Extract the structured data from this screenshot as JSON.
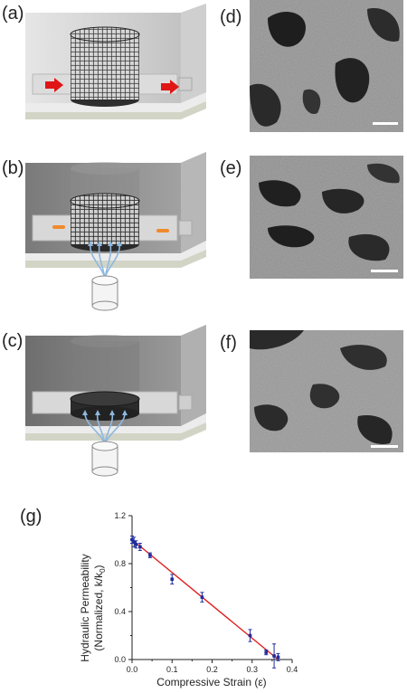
{
  "panels": {
    "a": "(a)",
    "b": "(b)",
    "c": "(c)",
    "d": "(d)",
    "e": "(e)",
    "f": "(f)",
    "g": "(g)"
  },
  "colors": {
    "flow_arrow": "#e01515",
    "heater": "#f08a2c",
    "airflow": "#8fb8df",
    "fit_line": "#e02020",
    "data_marker": "#1f2c9c"
  },
  "chart_data": {
    "type": "scatter",
    "title": "",
    "xlabel": "Compressive Strain (ε)",
    "ylabel_line1": "Hydraulic Permeability",
    "ylabel_line2": "(Normalized, k/k",
    "ylabel_sub": "0",
    "ylabel_close": ")",
    "xlim": [
      0.0,
      0.4
    ],
    "ylim": [
      0.0,
      1.2
    ],
    "xticks": [
      "0.0",
      "0.1",
      "0.2",
      "0.3",
      "0.4"
    ],
    "xtick_values": [
      0.0,
      0.1,
      0.2,
      0.3,
      0.4
    ],
    "yticks": [
      "0.0",
      "0.4",
      "0.8",
      "1.2"
    ],
    "ytick_values": [
      0.0,
      0.4,
      0.8,
      1.2
    ],
    "series": [
      {
        "points": [
          {
            "x": 0.0,
            "y": 1.0,
            "err": 0.03
          },
          {
            "x": 0.005,
            "y": 0.98,
            "err": 0.04
          },
          {
            "x": 0.01,
            "y": 0.96,
            "err": 0.03
          },
          {
            "x": 0.02,
            "y": 0.94,
            "err": 0.03
          },
          {
            "x": 0.045,
            "y": 0.87,
            "err": 0.02
          },
          {
            "x": 0.1,
            "y": 0.67,
            "err": 0.04
          },
          {
            "x": 0.175,
            "y": 0.52,
            "err": 0.04
          },
          {
            "x": 0.295,
            "y": 0.2,
            "err": 0.05
          },
          {
            "x": 0.335,
            "y": 0.06,
            "err": 0.02
          },
          {
            "x": 0.355,
            "y": 0.03,
            "err": 0.1
          },
          {
            "x": 0.365,
            "y": 0.02,
            "err": 0.03
          }
        ]
      }
    ],
    "fit_line": {
      "x": [
        0.0,
        0.365
      ],
      "y": [
        1.0,
        0.0
      ]
    }
  }
}
